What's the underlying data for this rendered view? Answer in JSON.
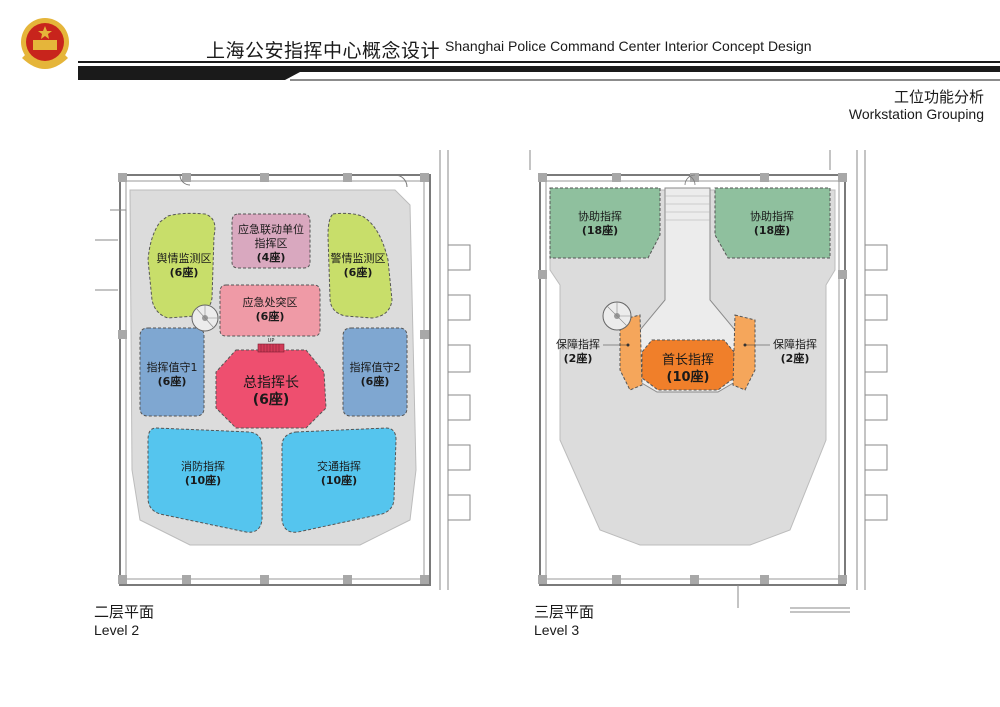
{
  "header": {
    "title_cn": "上海公安指挥中心概念设计",
    "title_en": "Shanghai Police Command Center Interior Concept Design",
    "subtitle_cn": "工位功能分析",
    "subtitle_en": "Workstation Grouping"
  },
  "level2": {
    "name_cn": "二层平面",
    "name_en": "Level 2",
    "stair_label": "UP",
    "zones": [
      {
        "id": "yq",
        "name": "舆情监测区",
        "seats": "(6座)",
        "color": "#c8de6a"
      },
      {
        "id": "yjld",
        "name": "应急联动单位",
        "name2": "指挥区",
        "seats": "(4座)",
        "color": "#d9a8bf"
      },
      {
        "id": "jq",
        "name": "警情监测区",
        "seats": "(6座)",
        "color": "#c8de6a"
      },
      {
        "id": "yjcz",
        "name": "应急处突区",
        "seats": "(6座)",
        "color": "#ef9aa6"
      },
      {
        "id": "zs1",
        "name": "指挥值守1",
        "seats": "(6座)",
        "color": "#7fa7d1"
      },
      {
        "id": "zzh",
        "name": "总指挥长",
        "seats": "(6座)",
        "color": "#ee4f6f"
      },
      {
        "id": "zs2",
        "name": "指挥值守2",
        "seats": "(6座)",
        "color": "#7fa7d1"
      },
      {
        "id": "xf",
        "name": "消防指挥",
        "seats": "(10座)",
        "color": "#55c5ee"
      },
      {
        "id": "jt",
        "name": "交通指挥",
        "seats": "(10座)",
        "color": "#55c5ee"
      }
    ]
  },
  "level3": {
    "name_cn": "三层平面",
    "name_en": "Level 3",
    "zones": [
      {
        "id": "xz1",
        "name": "协助指挥",
        "seats": "(18座)",
        "color": "#8fc09e"
      },
      {
        "id": "xz2",
        "name": "协助指挥",
        "seats": "(18座)",
        "color": "#8fc09e"
      },
      {
        "id": "bz1",
        "name": "保障指挥",
        "seats": "(2座)",
        "color": "#f5a65b"
      },
      {
        "id": "sz",
        "name": "首长指挥",
        "seats": "(10座)",
        "color": "#f07f2a"
      },
      {
        "id": "bz2",
        "name": "保障指挥",
        "seats": "(2座)",
        "color": "#f5a65b"
      }
    ]
  },
  "colors": {
    "floor": "#dcdcdc",
    "wall": "#7a7a7a",
    "header_line": "#1a1a1a",
    "emblem_red": "#c8241c",
    "emblem_gold": "#e5b53a"
  }
}
